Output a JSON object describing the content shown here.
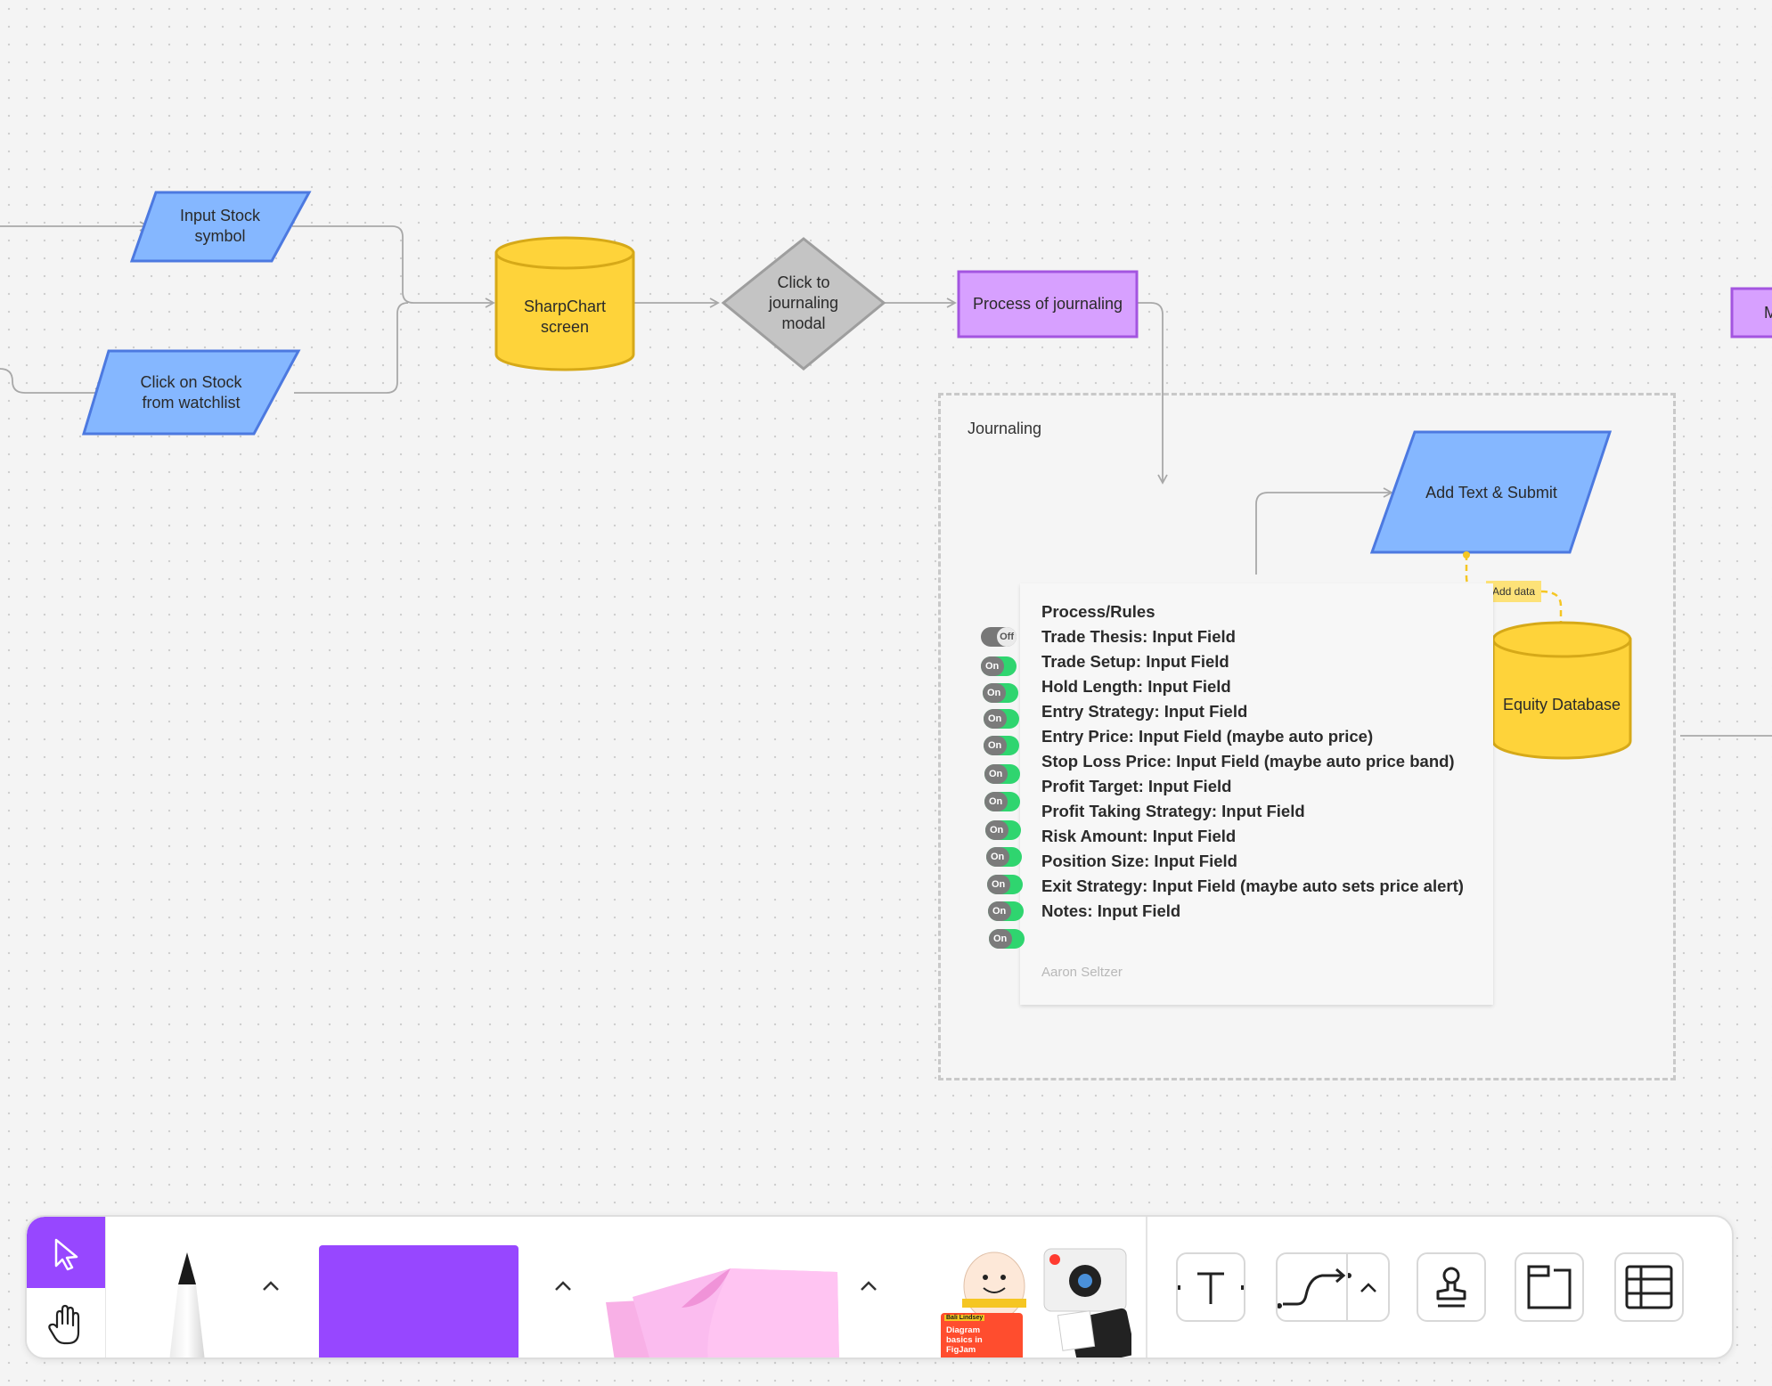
{
  "colors": {
    "parallelogram_fill": "#85b7ff",
    "parallelogram_stroke": "#4c79e0",
    "cylinder_fill": "#fed33a",
    "cylinder_stroke": "#d6a918",
    "diamond_fill": "#c4c4c4",
    "diamond_stroke": "#9e9e9e",
    "process_fill": "#d7a0ff",
    "process_stroke": "#a355e0",
    "connector": "#a8a8a8",
    "accent": "#9747ff"
  },
  "nodes": {
    "input_stock": "Input Stock symbol",
    "click_watchlist": "Click on Stock from watchlist",
    "sharpchart": "SharpChart screen",
    "click_modal": "Click to journaling modal",
    "process_journaling": "Process of journaling",
    "offscreen_label": "M",
    "add_text": "Add Text & Submit",
    "equity_db": "Equity Database"
  },
  "section": {
    "title": "Journaling"
  },
  "connector_label": "Add data",
  "card": {
    "rows": [
      {
        "text": "Process/Rules",
        "toggle": ""
      },
      {
        "text": "Trade Thesis: Input Field",
        "toggle": "Off"
      },
      {
        "text": "Trade Setup: Input Field",
        "toggle": "On"
      },
      {
        "text": "Hold Length: Input Field",
        "toggle": "On"
      },
      {
        "text": "Entry Strategy: Input Field",
        "toggle": "On"
      },
      {
        "text": "Entry Price: Input Field  (maybe auto price)",
        "toggle": "On"
      },
      {
        "text": "Stop Loss Price: Input Field  (maybe auto price band)",
        "toggle": "On"
      },
      {
        "text": "Profit Target: Input Field",
        "toggle": "On"
      },
      {
        "text": "Profit Taking Strategy: Input Field",
        "toggle": "On"
      },
      {
        "text": "Risk Amount: Input Field",
        "toggle": "On"
      },
      {
        "text": "Position Size: Input Field",
        "toggle": "On"
      },
      {
        "text": "Exit Strategy: Input Field  (maybe auto sets price alert)",
        "toggle": "On"
      },
      {
        "text": "Notes: Input Field",
        "toggle": "On"
      }
    ],
    "author": "Aaron Seltzer"
  },
  "toolbar": {
    "tools": [
      {
        "name": "select-tool",
        "icon": "cursor-icon",
        "active": true
      },
      {
        "name": "hand-tool",
        "icon": "hand-icon",
        "active": false
      },
      {
        "name": "marker-tool",
        "icon": "marker-icon"
      },
      {
        "name": "shape-tool",
        "icon": "square-icon",
        "color": "#9747ff"
      },
      {
        "name": "sticky-note-tool",
        "icon": "sticky-note-icon",
        "color": "#ffc0f0"
      },
      {
        "name": "stickers-tool",
        "icon": "stickers-icon"
      },
      {
        "name": "text-tool",
        "icon": "text-icon"
      },
      {
        "name": "connector-tool",
        "icon": "connector-icon"
      },
      {
        "name": "stamp-tool",
        "icon": "stamp-icon"
      },
      {
        "name": "section-tool",
        "icon": "section-icon"
      },
      {
        "name": "table-tool",
        "icon": "table-icon"
      }
    ],
    "sticker_card": {
      "tag": "Bali Lindsey",
      "lines": [
        "Diagram",
        "basics in",
        "FigJam"
      ]
    }
  }
}
